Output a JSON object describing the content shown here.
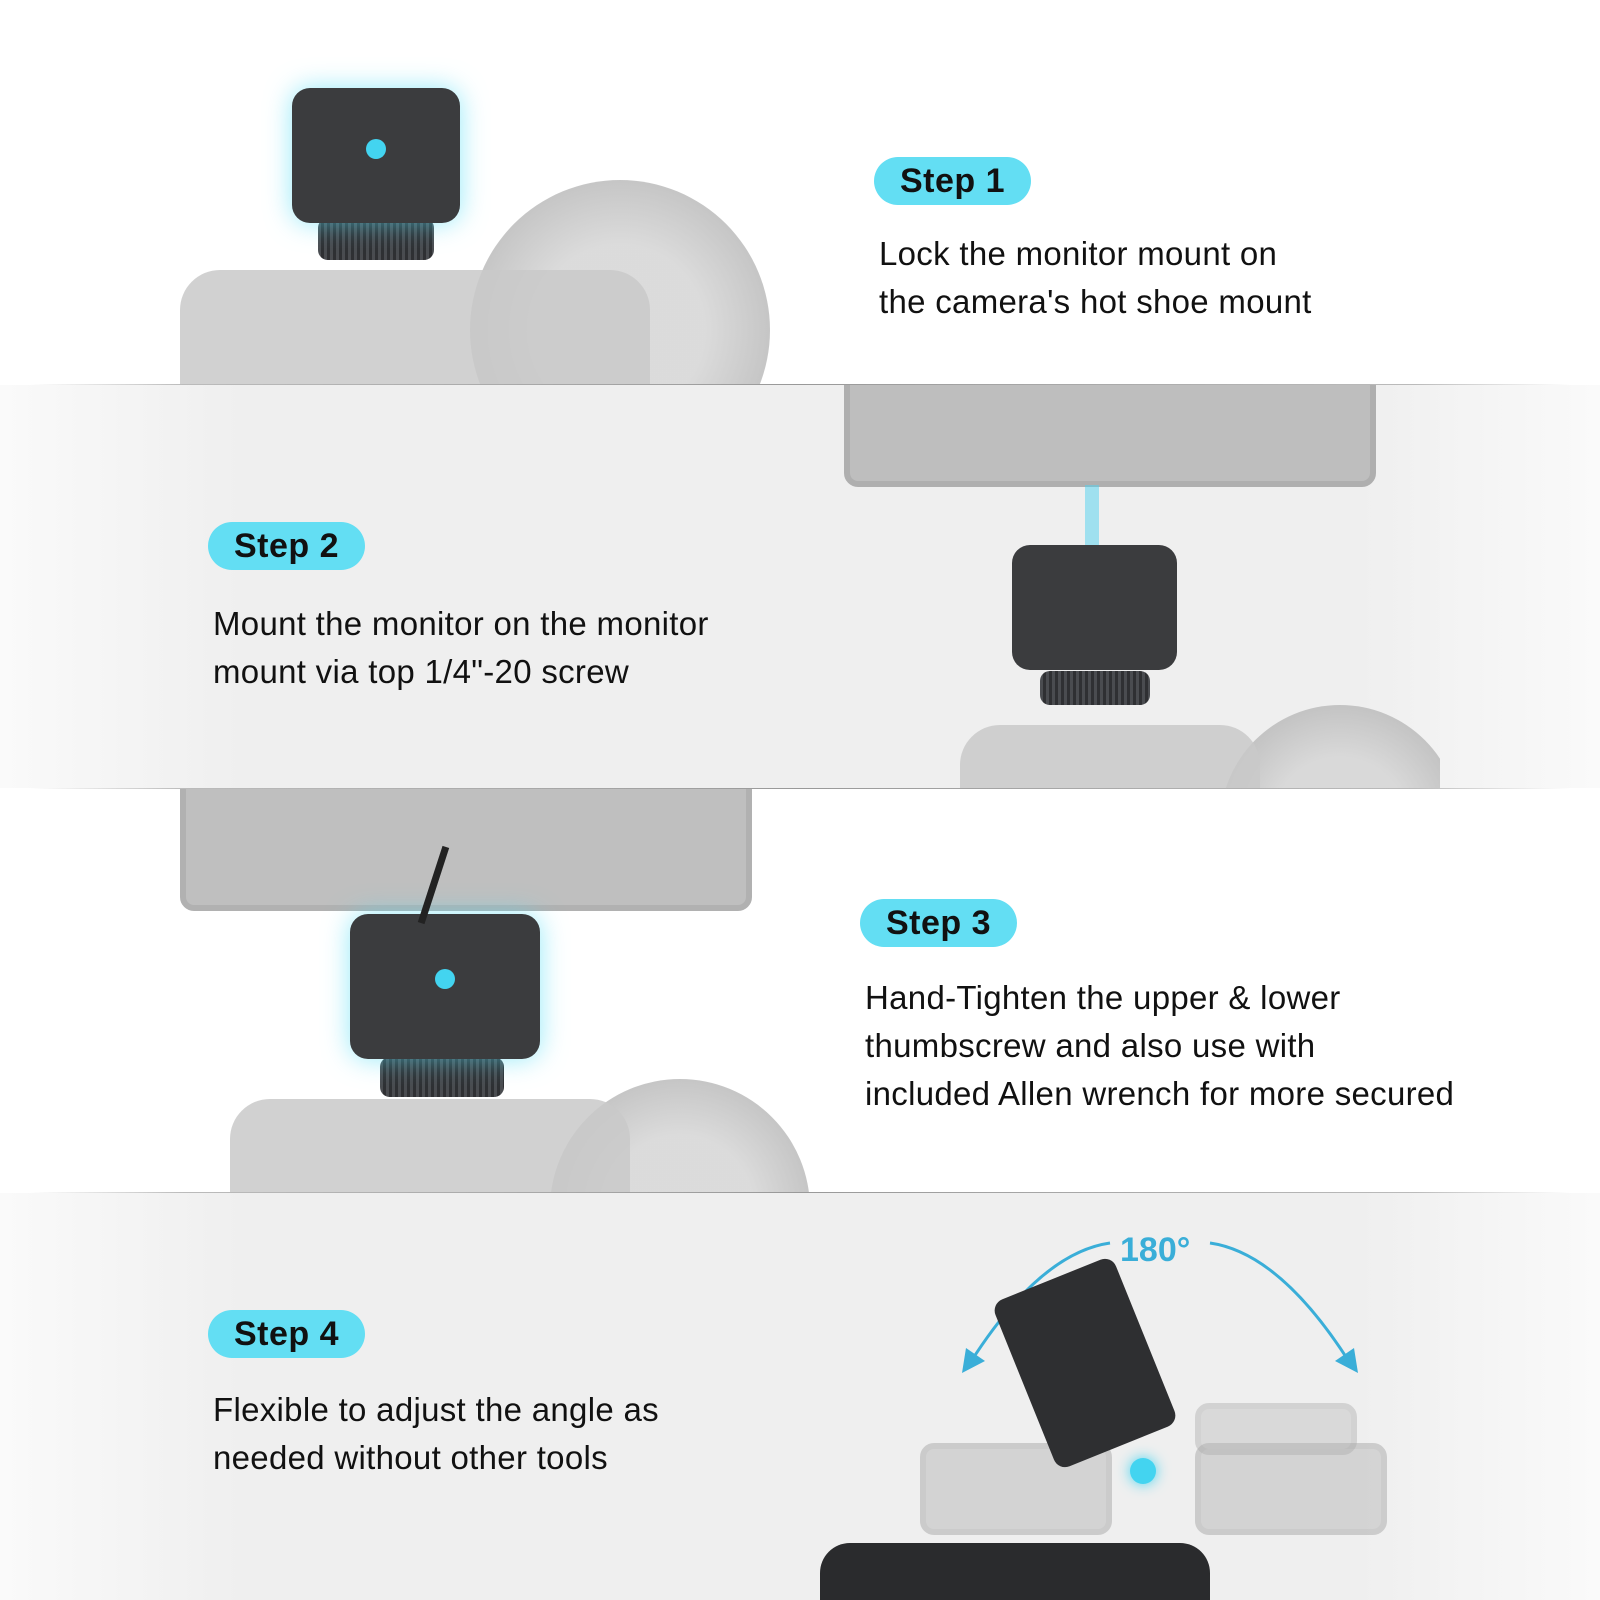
{
  "colors": {
    "badge": "#63def3",
    "accent": "#3aaed8",
    "text": "#111111"
  },
  "steps": [
    {
      "label": "Step 1",
      "lines": [
        "Lock the monitor mount on",
        "the camera's hot shoe mount"
      ]
    },
    {
      "label": "Step 2",
      "lines": [
        "Mount the monitor on the monitor",
        "mount via top 1/4\"-20 screw"
      ]
    },
    {
      "label": "Step 3",
      "lines": [
        "Hand-Tighten the upper & lower",
        "thumbscrew and also use with",
        "included Allen wrench for more secured"
      ]
    },
    {
      "label": "Step 4",
      "lines": [
        "Flexible to adjust the angle as",
        "needed without other tools"
      ]
    }
  ],
  "rotation_label": "180°"
}
